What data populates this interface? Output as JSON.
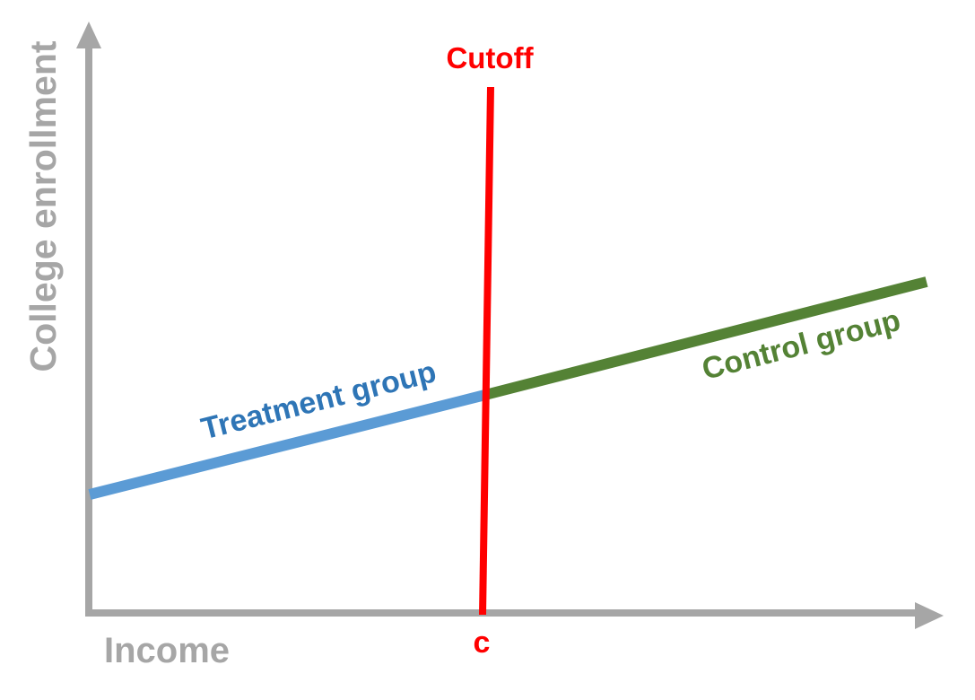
{
  "diagram": {
    "y_axis_label": "College enrollment",
    "x_axis_label": "Income",
    "cutoff_label": "Cutoff",
    "cutoff_tick_label": "c",
    "treatment_label": "Treatment group",
    "control_label": "Control group"
  },
  "colors": {
    "axis": "#a6a6a6",
    "cutoff": "#ff0000",
    "treatment": "#5b9bd5",
    "treatment_text": "#2e75b6",
    "control": "#548235"
  }
}
